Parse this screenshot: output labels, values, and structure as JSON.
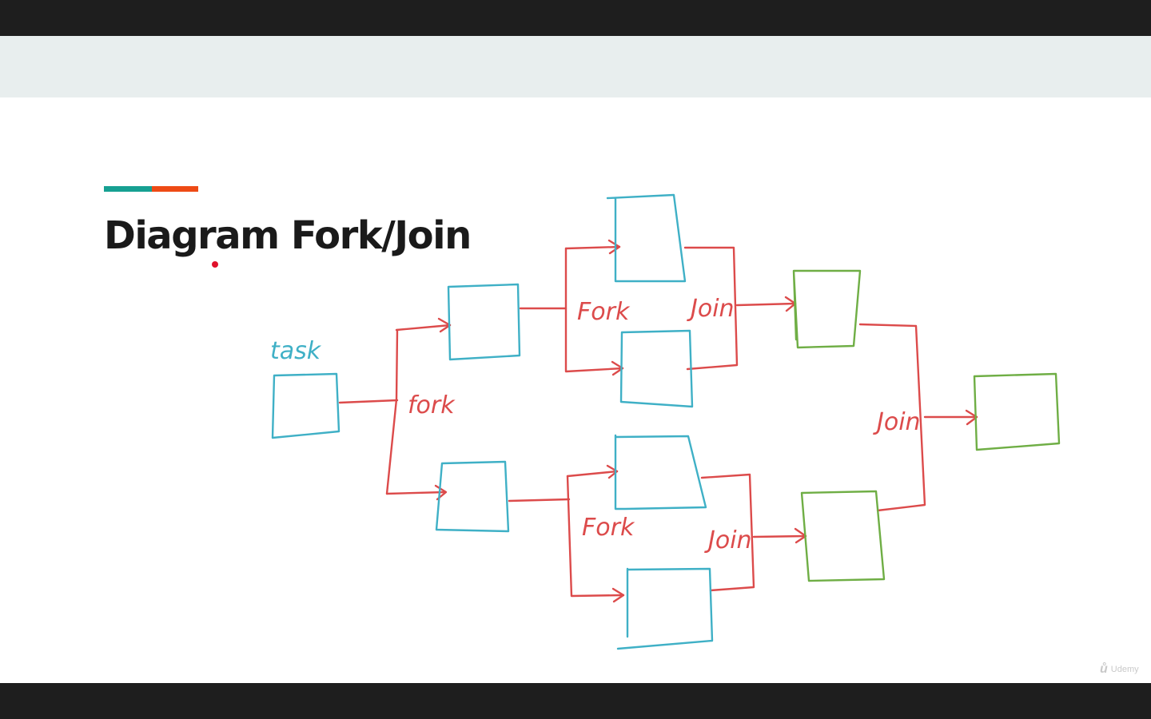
{
  "slide": {
    "title": "Diagram Fork/Join",
    "accent_colors": {
      "teal": "#16a092",
      "orange": "#ee4a15"
    }
  },
  "diagram": {
    "colors": {
      "task_box": "#3fb0c6",
      "result_box": "#6fae45",
      "connector": "#dc4b4b"
    },
    "labels": {
      "task": "task",
      "fork_main": "fork",
      "fork_upper": "Fork",
      "join_upper": "Join",
      "fork_lower": "Fork",
      "join_lower": "Join",
      "join_final": "Join"
    }
  },
  "watermark": {
    "text": "Udemy",
    "icon": "udemy-logo-icon"
  }
}
